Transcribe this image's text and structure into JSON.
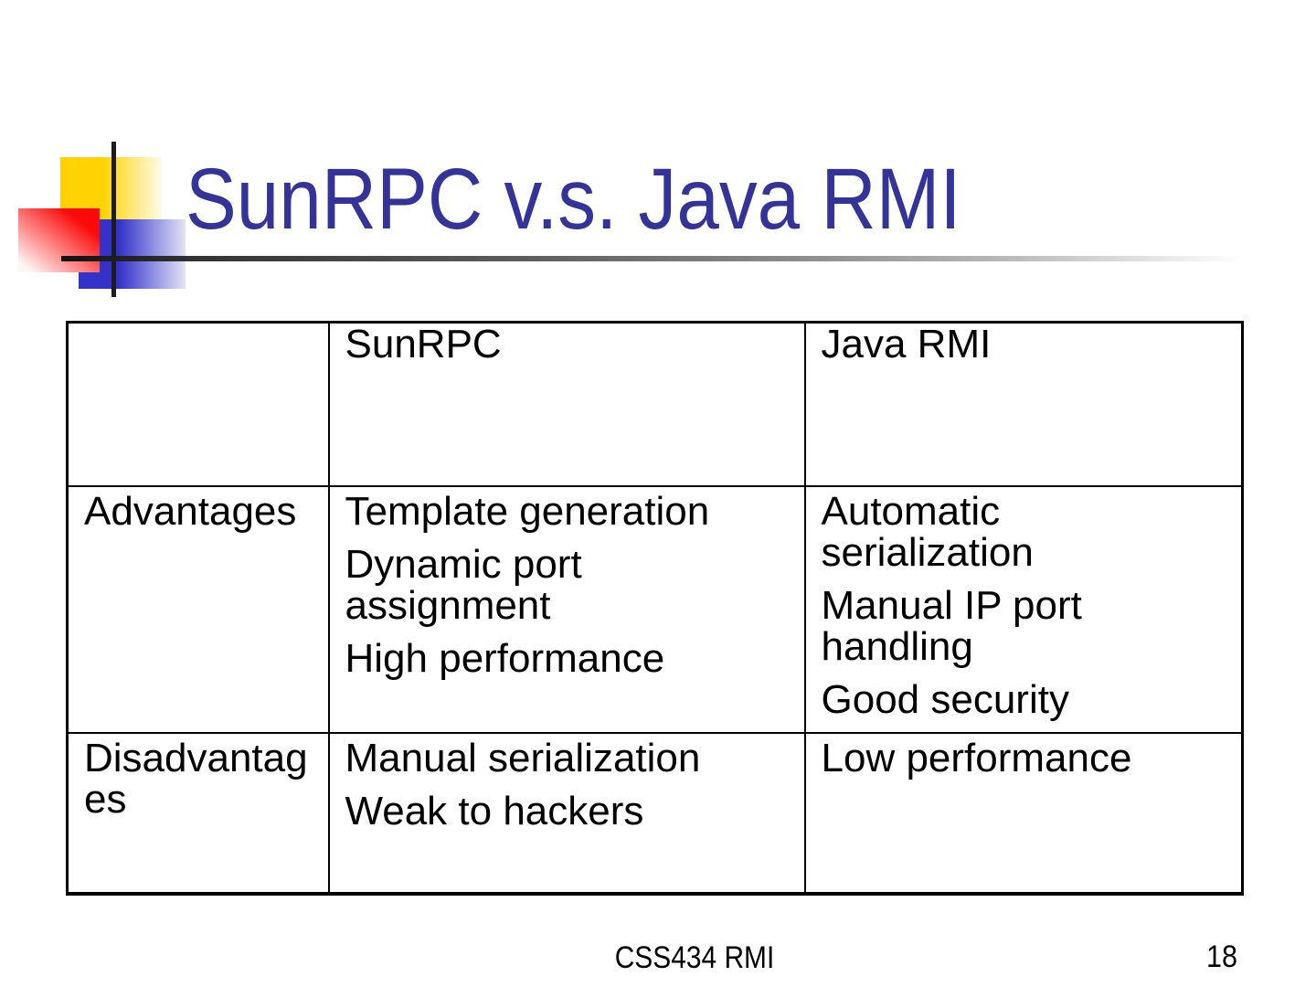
{
  "slide": {
    "title": "SunRPC v.s. Java RMI"
  },
  "table": {
    "columns": [
      "",
      "SunRPC",
      "Java RMI"
    ],
    "rows": [
      {
        "label": "Advantages",
        "sunrpc": [
          "Template generation",
          "Dynamic port assignment",
          "High performance"
        ],
        "java_rmi": [
          "Automatic serialization",
          "Manual IP port handling",
          "Good security"
        ]
      },
      {
        "label": "Disadvantages",
        "sunrpc": [
          "Manual serialization",
          "Weak to hackers"
        ],
        "java_rmi": [
          "Low performance"
        ]
      }
    ]
  },
  "footer": {
    "course": "CSS434 RMI",
    "page_number": "18"
  },
  "colors": {
    "title_text": "#333399",
    "accent_yellow": "#ffd303",
    "accent_red": "#fb0a0a",
    "accent_blue": "#3333c9",
    "body_text": "#000000"
  }
}
